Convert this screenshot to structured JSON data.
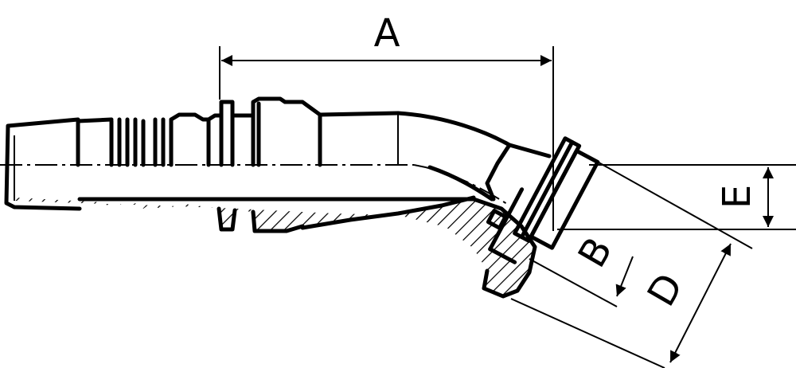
{
  "diagram": {
    "labels": {
      "A": "A",
      "B": "B",
      "D": "D",
      "E": "E"
    }
  }
}
